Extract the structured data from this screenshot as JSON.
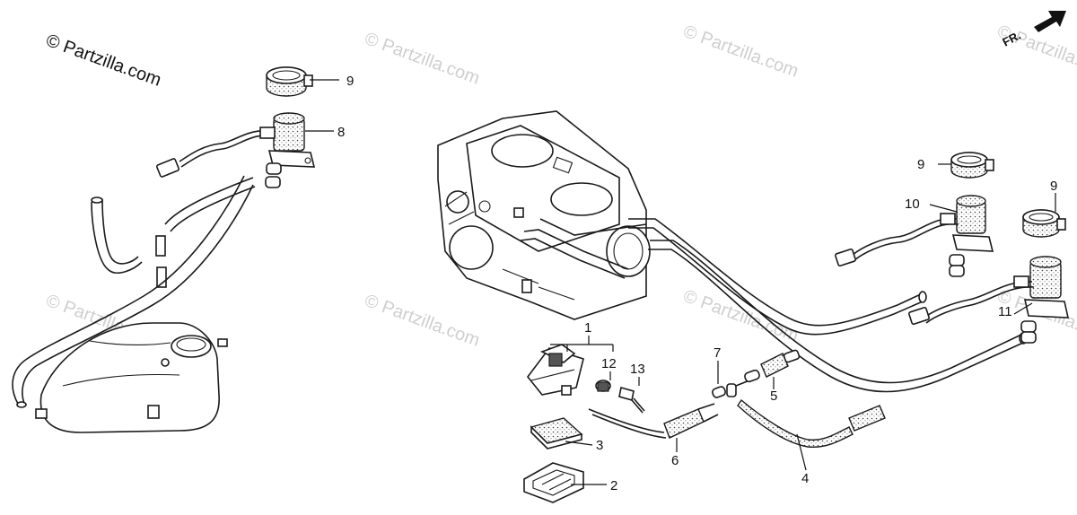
{
  "watermark": {
    "primary": "© Partzilla.com",
    "repeat": "© Partzilla.com"
  },
  "orientation": {
    "label": "FR.",
    "icon": "front-direction-arrow-icon"
  },
  "callouts": {
    "c1": "1",
    "c2": "2",
    "c3": "3",
    "c4": "4",
    "c5": "5",
    "c6": "6",
    "c7": "7",
    "c8": "8",
    "c9a": "9",
    "c9b": "9",
    "c9c": "9",
    "c10": "10",
    "c11": "11",
    "c12": "12",
    "c13": "13"
  }
}
